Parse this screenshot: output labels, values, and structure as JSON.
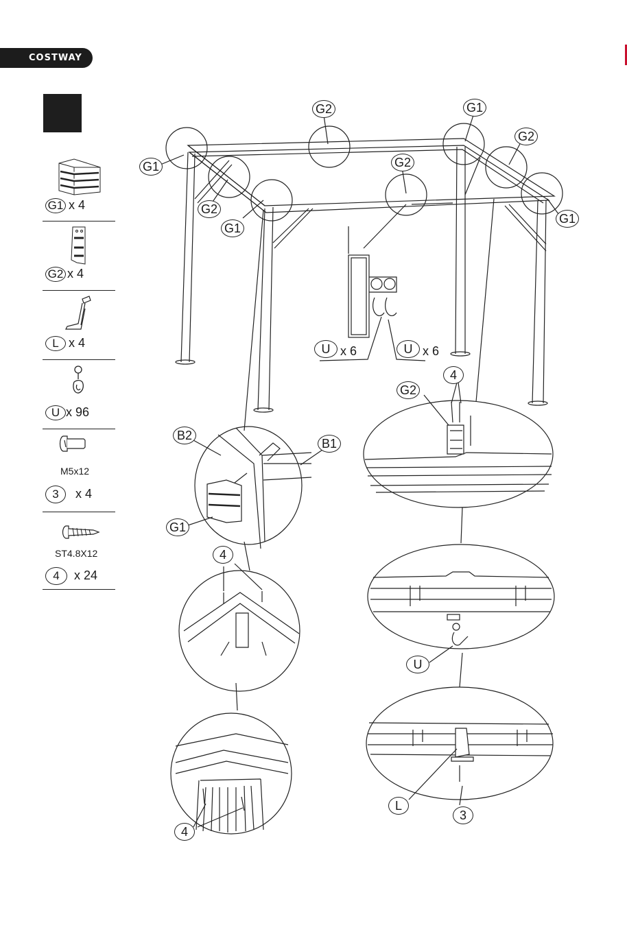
{
  "brand": "COSTWAY",
  "parts": [
    {
      "badge": "G1",
      "qty": "x 4"
    },
    {
      "badge": "G2",
      "qty": "x 4"
    },
    {
      "badge": "L",
      "qty": "x 4"
    },
    {
      "badge": "U",
      "qty": "x 96"
    },
    {
      "badge": "3",
      "qty": "x 4",
      "spec": "M5x12"
    },
    {
      "badge": "4",
      "qty": "x 24",
      "spec": "ST4.8X12"
    }
  ],
  "labels": {
    "g2_top": "G2",
    "g1_top": "G1",
    "g2_right": "G2",
    "g2_mid": "G2",
    "g1_left": "G1",
    "g2_left": "G2",
    "g1_front": "G1",
    "g1_right": "G1",
    "u_a": "U",
    "u_a_qty": "x 6",
    "u_b": "U",
    "u_b_qty": "x 6",
    "b2": "B2",
    "b1": "B1",
    "g1_detail": "G1",
    "screw4_a": "4",
    "screw4_b": "4",
    "screw4_c": "4",
    "g2_detail": "G2",
    "u_detail": "U",
    "l_detail": "L",
    "three_detail": "3"
  }
}
